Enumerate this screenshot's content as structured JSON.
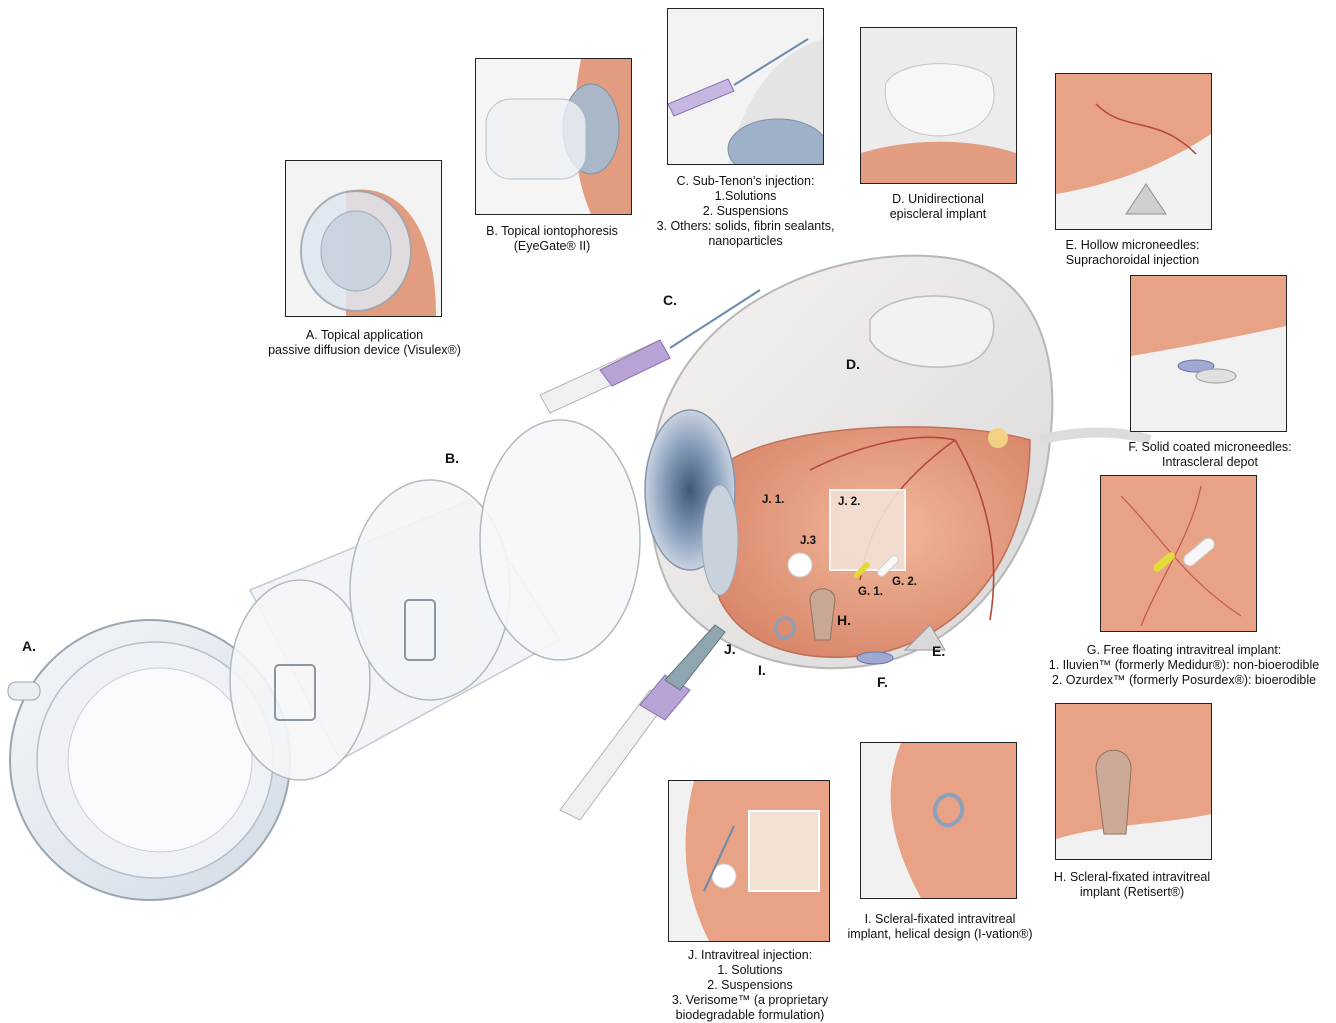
{
  "captions": {
    "A": [
      "A. Topical application",
      "passive diffusion device (Visulex®)"
    ],
    "B": [
      "B. Topical iontophoresis",
      "(EyeGate® II)"
    ],
    "C": [
      "C. Sub-Tenon's injection:",
      "1.Solutions",
      "2. Suspensions",
      "3. Others: solids, fibrin sealants,",
      "nanoparticles"
    ],
    "D": [
      "D. Unidirectional",
      "episcleral implant"
    ],
    "E": [
      "E. Hollow microneedles:",
      "Suprachoroidal injection"
    ],
    "F": [
      "F. Solid coated microneedles:",
      "Intrascleral depot"
    ],
    "G": [
      "G. Free floating intravitreal implant:",
      "1. Iluvien™ (formerly Medidur®): non-bioerodible",
      "2. Ozurdex™ (formerly Posurdex®): bioerodible"
    ],
    "H": [
      "H. Scleral-fixated intravitreal",
      "implant (Retisert®)"
    ],
    "I": [
      "I. Scleral-fixated intravitreal",
      "implant, helical design (I-vation®)"
    ],
    "J": [
      "J. Intravitreal injection:",
      "1. Solutions",
      "2. Suspensions",
      "3. Verisome™ (a proprietary",
      "biodegradable formulation)"
    ]
  },
  "labels": {
    "A": "A.",
    "B": "B.",
    "C": "C.",
    "D": "D.",
    "E": "E.",
    "F": "F.",
    "H": "H.",
    "I": "I.",
    "J": "J.",
    "J1": "J. 1.",
    "J2": "J. 2.",
    "J3": "J.3",
    "G1": "G. 1.",
    "G2": "G. 2."
  },
  "colors": {
    "retina": "#e7a184",
    "sclera": "#ececec",
    "syringe_plunger": "#8b6fb5",
    "implant_yellow": "#e6d93a",
    "implant_white": "#f4f4f4",
    "device_clear": "#dfe6ee"
  },
  "icons": [
    "eye-cross-section",
    "syringe",
    "visulex-device",
    "iontophoresis-device",
    "episcleral-implant",
    "microneedle",
    "helical-implant",
    "retisert-implant"
  ]
}
